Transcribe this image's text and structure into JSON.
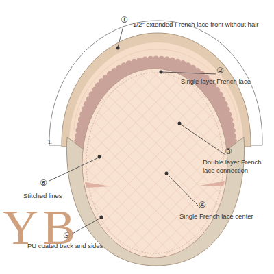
{
  "diagram": {
    "labels": [
      "①",
      "1/2\" extended French lace front without hair",
      "②",
      "Single layer French lace",
      "③",
      "Double layer French lace connection",
      "④",
      "Single French lace center",
      "⑤",
      "PU coated back and sides",
      "⑥",
      "Stitched lines",
      "1.",
      "YB"
    ]
  }
}
